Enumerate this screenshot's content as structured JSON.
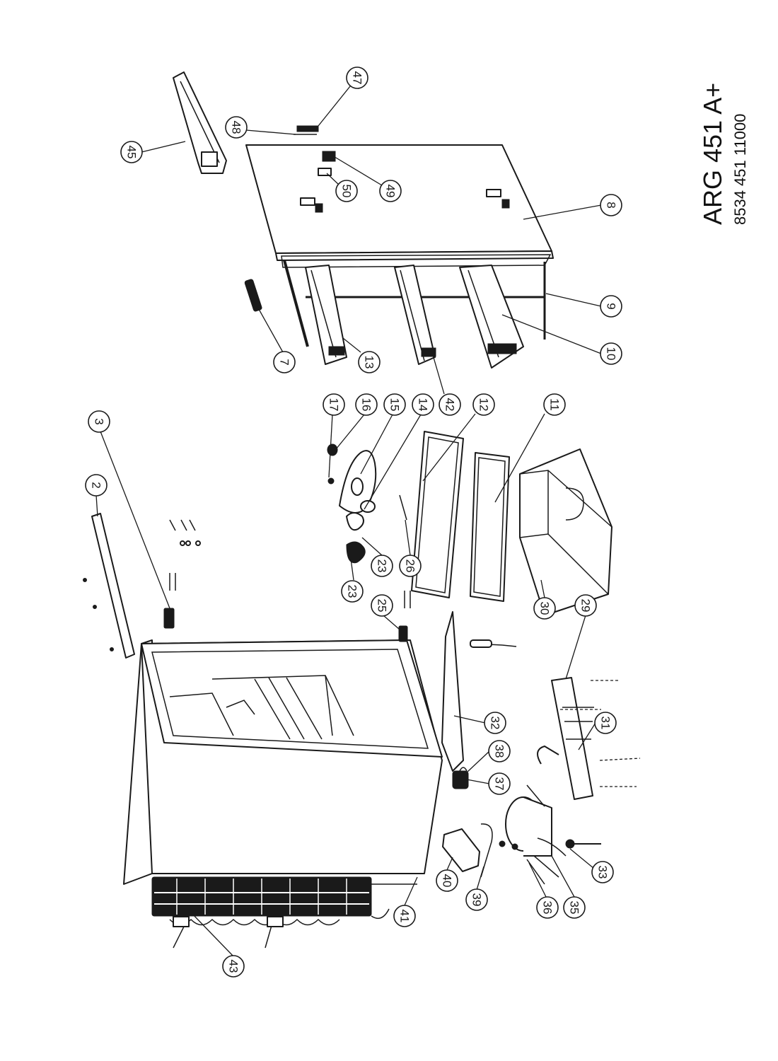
{
  "model": {
    "name": "ARG 451 A+",
    "code": "8534 451 11000"
  },
  "callouts": [
    {
      "id": "c2",
      "label": "2"
    },
    {
      "id": "c3",
      "label": "3"
    },
    {
      "id": "c7",
      "label": "7"
    },
    {
      "id": "c8",
      "label": "8"
    },
    {
      "id": "c9",
      "label": "9"
    },
    {
      "id": "c10",
      "label": "10"
    },
    {
      "id": "c11",
      "label": "11"
    },
    {
      "id": "c12",
      "label": "12"
    },
    {
      "id": "c13",
      "label": "13"
    },
    {
      "id": "c14",
      "label": "14"
    },
    {
      "id": "c15",
      "label": "15"
    },
    {
      "id": "c16",
      "label": "16"
    },
    {
      "id": "c17",
      "label": "17"
    },
    {
      "id": "c23a",
      "label": "23"
    },
    {
      "id": "c23b",
      "label": "23"
    },
    {
      "id": "c25",
      "label": "25"
    },
    {
      "id": "c26",
      "label": "26"
    },
    {
      "id": "c29",
      "label": "29"
    },
    {
      "id": "c30",
      "label": "30"
    },
    {
      "id": "c31",
      "label": "31"
    },
    {
      "id": "c32",
      "label": "32"
    },
    {
      "id": "c33",
      "label": "33"
    },
    {
      "id": "c35",
      "label": "35"
    },
    {
      "id": "c36",
      "label": "36"
    },
    {
      "id": "c37",
      "label": "37"
    },
    {
      "id": "c38",
      "label": "38"
    },
    {
      "id": "c39",
      "label": "39"
    },
    {
      "id": "c40",
      "label": "40"
    },
    {
      "id": "c41",
      "label": "41"
    },
    {
      "id": "c42",
      "label": "42"
    },
    {
      "id": "c43",
      "label": "43"
    },
    {
      "id": "c45",
      "label": "45"
    },
    {
      "id": "c47",
      "label": "47"
    },
    {
      "id": "c48",
      "label": "48"
    },
    {
      "id": "c49",
      "label": "49"
    },
    {
      "id": "c50",
      "label": "50"
    }
  ]
}
